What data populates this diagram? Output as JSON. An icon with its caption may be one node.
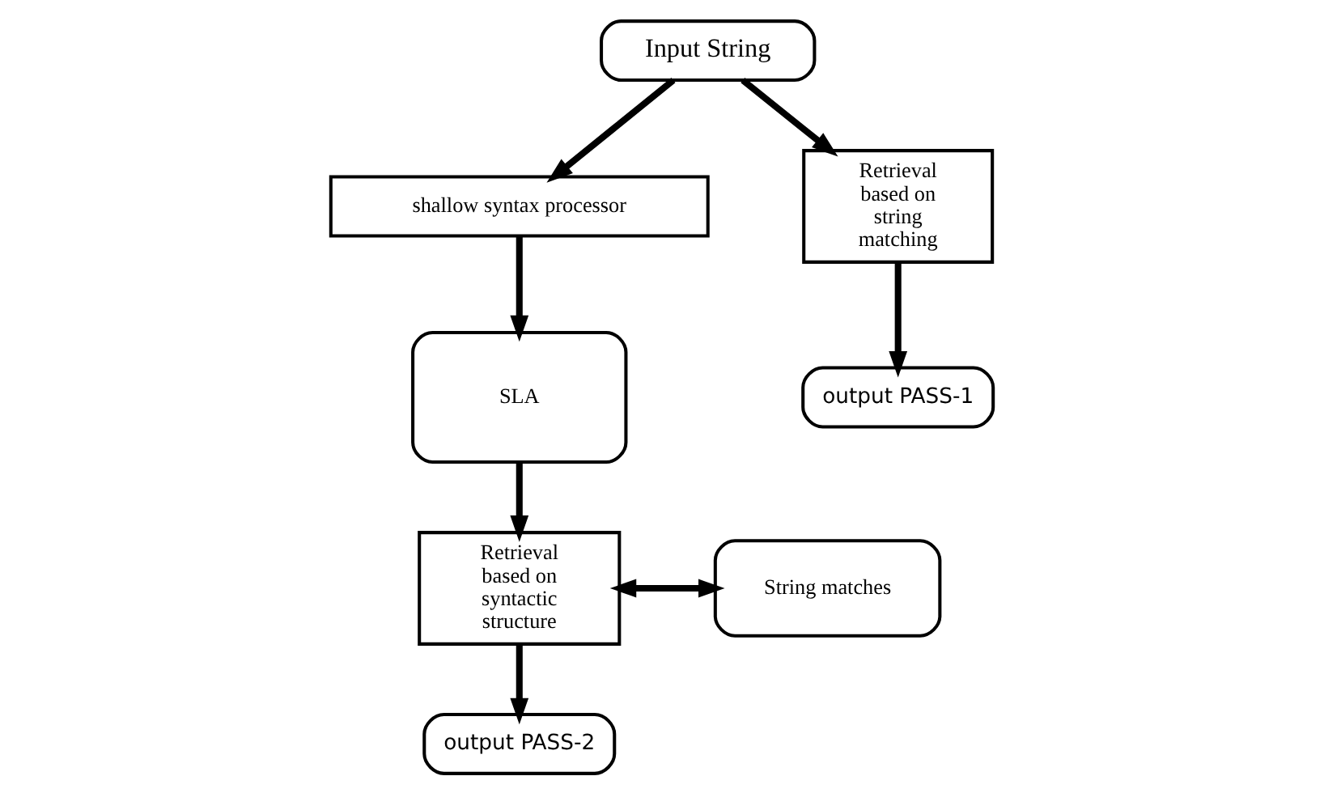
{
  "diagram": {
    "nodes": [
      {
        "text": [
          "Input String"
        ]
      },
      {
        "text": [
          "shallow syntax processor"
        ]
      },
      {
        "text": [
          "Retrieval based on string matching"
        ]
      },
      {
        "text": [
          "SLA"
        ]
      },
      {
        "text": [
          "output PASS-1"
        ]
      },
      {
        "text": [
          "Retrieval based on syntactic structure"
        ]
      },
      {
        "text": [
          "String matches"
        ]
      },
      {
        "text": [
          "output PASS-2"
        ]
      }
    ],
    "edges": [
      {
        "from": 0,
        "to": 1,
        "arrow": "to"
      },
      {
        "from": 0,
        "to": 2,
        "arrow": "to"
      },
      {
        "from": 1,
        "to": 3,
        "arrow": "to"
      },
      {
        "from": 2,
        "to": 4,
        "arrow": "to"
      },
      {
        "from": 3,
        "to": 5,
        "arrow": "to"
      },
      {
        "from": 5,
        "to": 6,
        "arrow": "both"
      },
      {
        "from": 5,
        "to": 7,
        "arrow": "to"
      }
    ]
  }
}
